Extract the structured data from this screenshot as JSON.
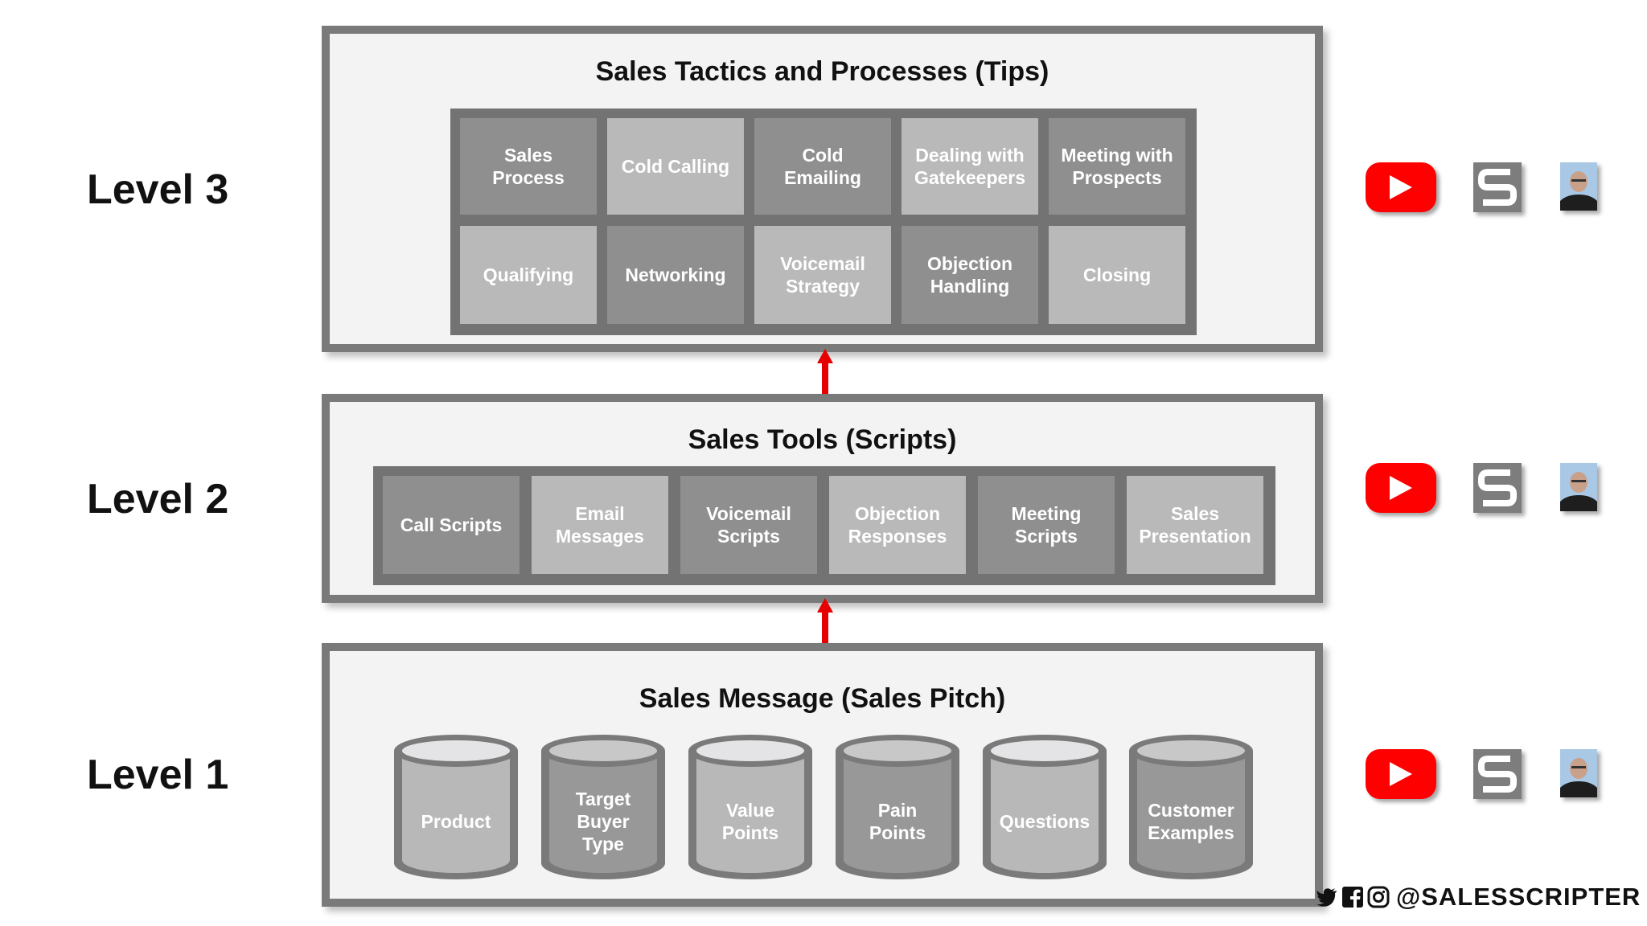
{
  "levels": [
    {
      "label": "Level 3"
    },
    {
      "label": "Level 2"
    },
    {
      "label": "Level 1"
    }
  ],
  "level3": {
    "title": "Sales Tactics and Processes (Tips)",
    "cells": [
      "Sales\nProcess",
      "Cold Calling",
      "Cold\nEmailing",
      "Dealing with\nGatekeepers",
      "Meeting with\nProspects",
      "Qualifying",
      "Networking",
      "Voicemail\nStrategy",
      "Objection\nHandling",
      "Closing"
    ]
  },
  "level2": {
    "title": "Sales Tools (Scripts)",
    "cells": [
      "Call Scripts",
      "Email\nMessages",
      "Voicemail\nScripts",
      "Objection\nResponses",
      "Meeting\nScripts",
      "Sales\nPresentation"
    ]
  },
  "level1": {
    "title": "Sales Message (Sales Pitch)",
    "cylinders": [
      "Product",
      "Target\nBuyer\nType",
      "Value\nPoints",
      "Pain\nPoints",
      "Questions",
      "Customer\nExamples"
    ]
  },
  "icons": [
    "youtube-icon",
    "salesscripter-s-icon",
    "author-avatar"
  ],
  "footer": {
    "social_icons": [
      "twitter-icon",
      "facebook-icon",
      "instagram-icon"
    ],
    "handle": "@SALESSCRIPTER"
  },
  "colors": {
    "arrow": "#e60000",
    "youtube": "#ff0000",
    "panel_border": "#7a7a7a",
    "cell_dark": "#8f8f8f",
    "cell_light": "#b9b9b9"
  }
}
